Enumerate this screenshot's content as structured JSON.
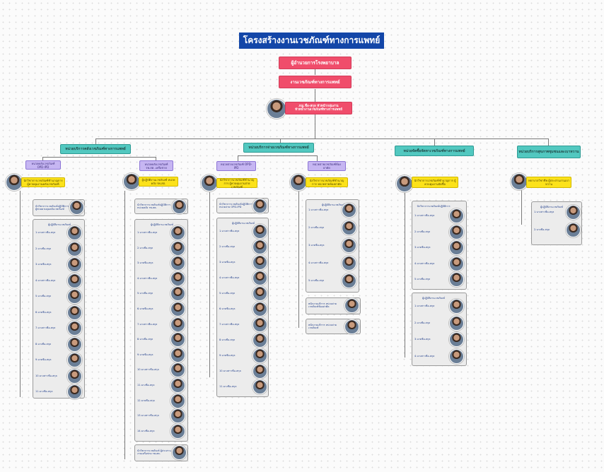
{
  "title": "โครงสร้างงานเวชภัณฑ์ทางการแพทย์",
  "director": "ผู้อำนวยการโรงพยาบาล",
  "department": "งานเวชภัณฑ์ทางการแพทย์",
  "head": {
    "line1": "ภญ.ชื่อ-สกุล หัวหน้ากลุ่มงาน",
    "line2": "หัวหน้างานเวชภัณฑ์ทางการแพทย์"
  },
  "units": [
    {
      "label": "หน่วยบริการคลังเวชภัณฑ์ทางการแพทย์"
    },
    {
      "label": "หน่วยบริการจ่ายเวชภัณฑ์ทางการแพทย์"
    },
    {
      "label": "หน่วยจัดซื้อจัดหาเวชภัณฑ์ทางการแพทย์"
    },
    {
      "label": "หน่วยบริการสุขภาพชุมชนและเบาหวาน"
    }
  ],
  "subunits": [
    {
      "label": "หน่วยคลังเวชภัณฑ์ OPD-IPD"
    },
    {
      "label": "หน่วยคลังเวชภัณฑ์ รพ.สต. เครือข่าย"
    },
    {
      "label": "หน่วยจ่ายเวชภัณฑ์ OPD-IPD"
    },
    {
      "label": "หน่วยจ่ายเวชภัณฑ์ห้องผ่าตัด"
    }
  ],
  "supervisors": [
    {
      "label": "นักวิชาการเวชภัณฑ์ชำนาญการ ผู้ควบคุมงานคลังเวชภัณฑ์"
    },
    {
      "label": "ผู้ปฏิบัติงานเวชภัณฑ์ หน่วยคลัง รพ.สต."
    },
    {
      "label": "นักวิชาการเวชภัณฑ์ชำนาญการ ผู้ควบคุมงานจ่ายเวชภัณฑ์"
    },
    {
      "label": "นักวิชาการเวชภัณฑ์ชำนาญการ หน่วยจ่ายห้องผ่าตัด"
    },
    {
      "label": "นักวิชาการเวชภัณฑ์ชำนาญการ ผู้ควบคุมงานจัดซื้อ"
    },
    {
      "label": "พยาบาลวิชาชีพ ผู้ประสานงานเบาหวาน"
    }
  ],
  "cards": {
    "c1_top": "นักวิชาการเวชภัณฑ์ปฏิบัติการ ผู้ช่วยควบคุมคลังเวชภัณฑ์",
    "c1_staff_head": "ผู้ปฏิบัติงานเวชภัณฑ์",
    "c1_staff": [
      "1.นางสาวชื่อ-สกุล",
      "2.นางชื่อ-สกุล",
      "3.นายชื่อ-สกุล",
      "4.นางสาวชื่อ-สกุล",
      "5.นางชื่อ-สกุล",
      "6.นายชื่อ-สกุล",
      "7.นางสาวชื่อ-สกุล",
      "8.นางชื่อ-สกุล",
      "9.นายชื่อ-สกุล",
      "10.นางสาวชื่อ-สกุล",
      "11.นางชื่อ-สกุล"
    ],
    "c2_top": "นักวิชาการเวชภัณฑ์ปฏิบัติการ หน่วยคลัง รพ.สต.",
    "c2_staff_head": "ผู้ปฏิบัติงานเวชภัณฑ์",
    "c2_staff": [
      "1.นางสาวชื่อ-สกุล",
      "2.นางชื่อ-สกุล",
      "3.นายชื่อ-สกุล",
      "4.นางสาวชื่อ-สกุล",
      "5.นางชื่อ-สกุล",
      "6.นายชื่อ-สกุล",
      "7.นางสาวชื่อ-สกุล",
      "8.นางชื่อ-สกุล",
      "9.นายชื่อ-สกุล",
      "10.นางสาวชื่อ-สกุล",
      "11.นางชื่อ-สกุล",
      "12.นายชื่อ-สกุล",
      "13.นางสาวชื่อ-สกุล",
      "14.นางชื่อ-สกุล"
    ],
    "c2_bottom": "นักวิชาการเวชภัณฑ์ ผู้ประสานงานเครือข่าย รพ.สต.",
    "c3_top": "นักวิชาการเวชภัณฑ์ปฏิบัติการ หน่วยจ่าย OPD-IPD",
    "c3_staff_head": "ผู้ปฏิบัติงานเวชภัณฑ์",
    "c3_staff": [
      "1.นางสาวชื่อ-สกุล",
      "2.นางชื่อ-สกุล",
      "3.นายชื่อ-สกุล",
      "4.นางสาวชื่อ-สกุล",
      "5.นางชื่อ-สกุล",
      "6.นายชื่อ-สกุล",
      "7.นางสาวชื่อ-สกุล",
      "8.นางชื่อ-สกุล",
      "9.นายชื่อ-สกุล",
      "10.นางสาวชื่อ-สกุล",
      "11.นางชื่อ-สกุล"
    ],
    "c4_staff_head": "ผู้ปฏิบัติงานเวชภัณฑ์",
    "c4_staff": [
      "1.นางสาวชื่อ-สกุล",
      "2.นางชื่อ-สกุล",
      "3.นายชื่อ-สกุล",
      "4.นางสาวชื่อ-สกุล",
      "5.นางชื่อ-สกุล"
    ],
    "c4_extra1": "พนักงานบริการ หน่วยจ่ายเวชภัณฑ์ห้องผ่าตัด",
    "c4_extra2": "พนักงานบริการ หน่วยจ่ายเวชภัณฑ์",
    "c5a_head": "นักวิชาการเวชภัณฑ์ปฏิบัติการ",
    "c5a_staff": [
      "1.นางสาวชื่อ-สกุล",
      "2.นางชื่อ-สกุล",
      "3.นายชื่อ-สกุล",
      "4.นางสาวชื่อ-สกุล",
      "5.นางชื่อ-สกุล"
    ],
    "c5b_head": "ผู้ปฏิบัติงานเวชภัณฑ์",
    "c5b_staff": [
      "1.นางสาวชื่อ-สกุล",
      "2.นางชื่อ-สกุล",
      "3.นายชื่อ-สกุล",
      "4.นางสาวชื่อ-สกุล"
    ],
    "c6_head": "ผู้ปฏิบัติงานเวชภัณฑ์",
    "c6_staff": [
      "1.นางสาวชื่อ-สกุล",
      "2.นางชื่อ-สกุล"
    ]
  }
}
